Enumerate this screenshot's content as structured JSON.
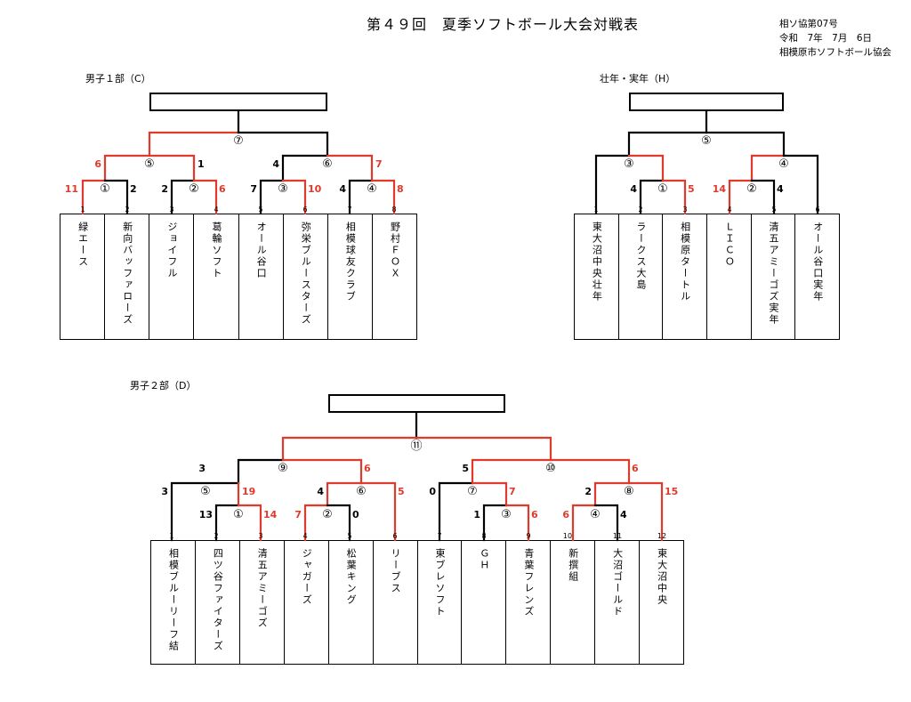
{
  "header": {
    "title": "第４９回　夏季ソフトボール大会対戦表",
    "doc_no": "相ソ協第07号",
    "date": "令和　7年　7月　6日",
    "org": "相模原市ソフトボール協会"
  },
  "brackets": {
    "c": {
      "label": "男子１部（C）",
      "slots": [
        "1",
        "2",
        "3",
        "4",
        "5",
        "6",
        "7",
        "8"
      ],
      "teams": [
        "緑エース",
        "新向バッファローズ",
        "ジョイフル",
        "葛輪ソフト",
        "オール谷口",
        "弥栄ブルースターズ",
        "相模球友クラブ",
        "野村ＦＯＸ"
      ],
      "matches": [
        "①",
        "②",
        "③",
        "④",
        "⑤",
        "⑥",
        "⑦"
      ],
      "scores": [
        "11",
        "2",
        "2",
        "6",
        "7",
        "10",
        "4",
        "8",
        "6",
        "1",
        "4",
        "7"
      ]
    },
    "h": {
      "label": "壮年・実年（H）",
      "slots": [
        "1",
        "2",
        "3",
        "4",
        "5",
        "6"
      ],
      "teams": [
        "東大沼中央壮年",
        "ラークス大島",
        "相模原タートル",
        "ＬＩＣＯ",
        "清五アミーゴズ実年",
        "オール谷口実年"
      ],
      "matches": [
        "①",
        "②",
        "③",
        "④",
        "⑤"
      ],
      "scores": [
        "4",
        "5",
        "14",
        "4"
      ]
    },
    "d": {
      "label": "男子２部（D）",
      "slots": [
        "1",
        "2",
        "3",
        "4",
        "5",
        "6",
        "7",
        "8",
        "9",
        "10",
        "11",
        "12"
      ],
      "teams": [
        "相模ブルーリーフ結",
        "四ツ谷ファイターズ",
        "清五アミーゴズ",
        "ジャガーズ",
        "松葉キング",
        "リーブス",
        "東ブレソフト",
        "ＧＨ",
        "青葉フレンズ",
        "新撰組",
        "大沼ゴールド",
        "東大沼中央"
      ],
      "matches": [
        "①",
        "②",
        "③",
        "④",
        "⑤",
        "⑥",
        "⑦",
        "⑧",
        "⑨",
        "⑩",
        "⑪"
      ],
      "scores": [
        "13",
        "14",
        "7",
        "0",
        "1",
        "6",
        "6",
        "4",
        "3",
        "19",
        "4",
        "5",
        "0",
        "7",
        "2",
        "15",
        "3",
        "6",
        "5",
        "6"
      ]
    }
  },
  "colors": {
    "win": "#e03a2c",
    "line": "#000000"
  }
}
